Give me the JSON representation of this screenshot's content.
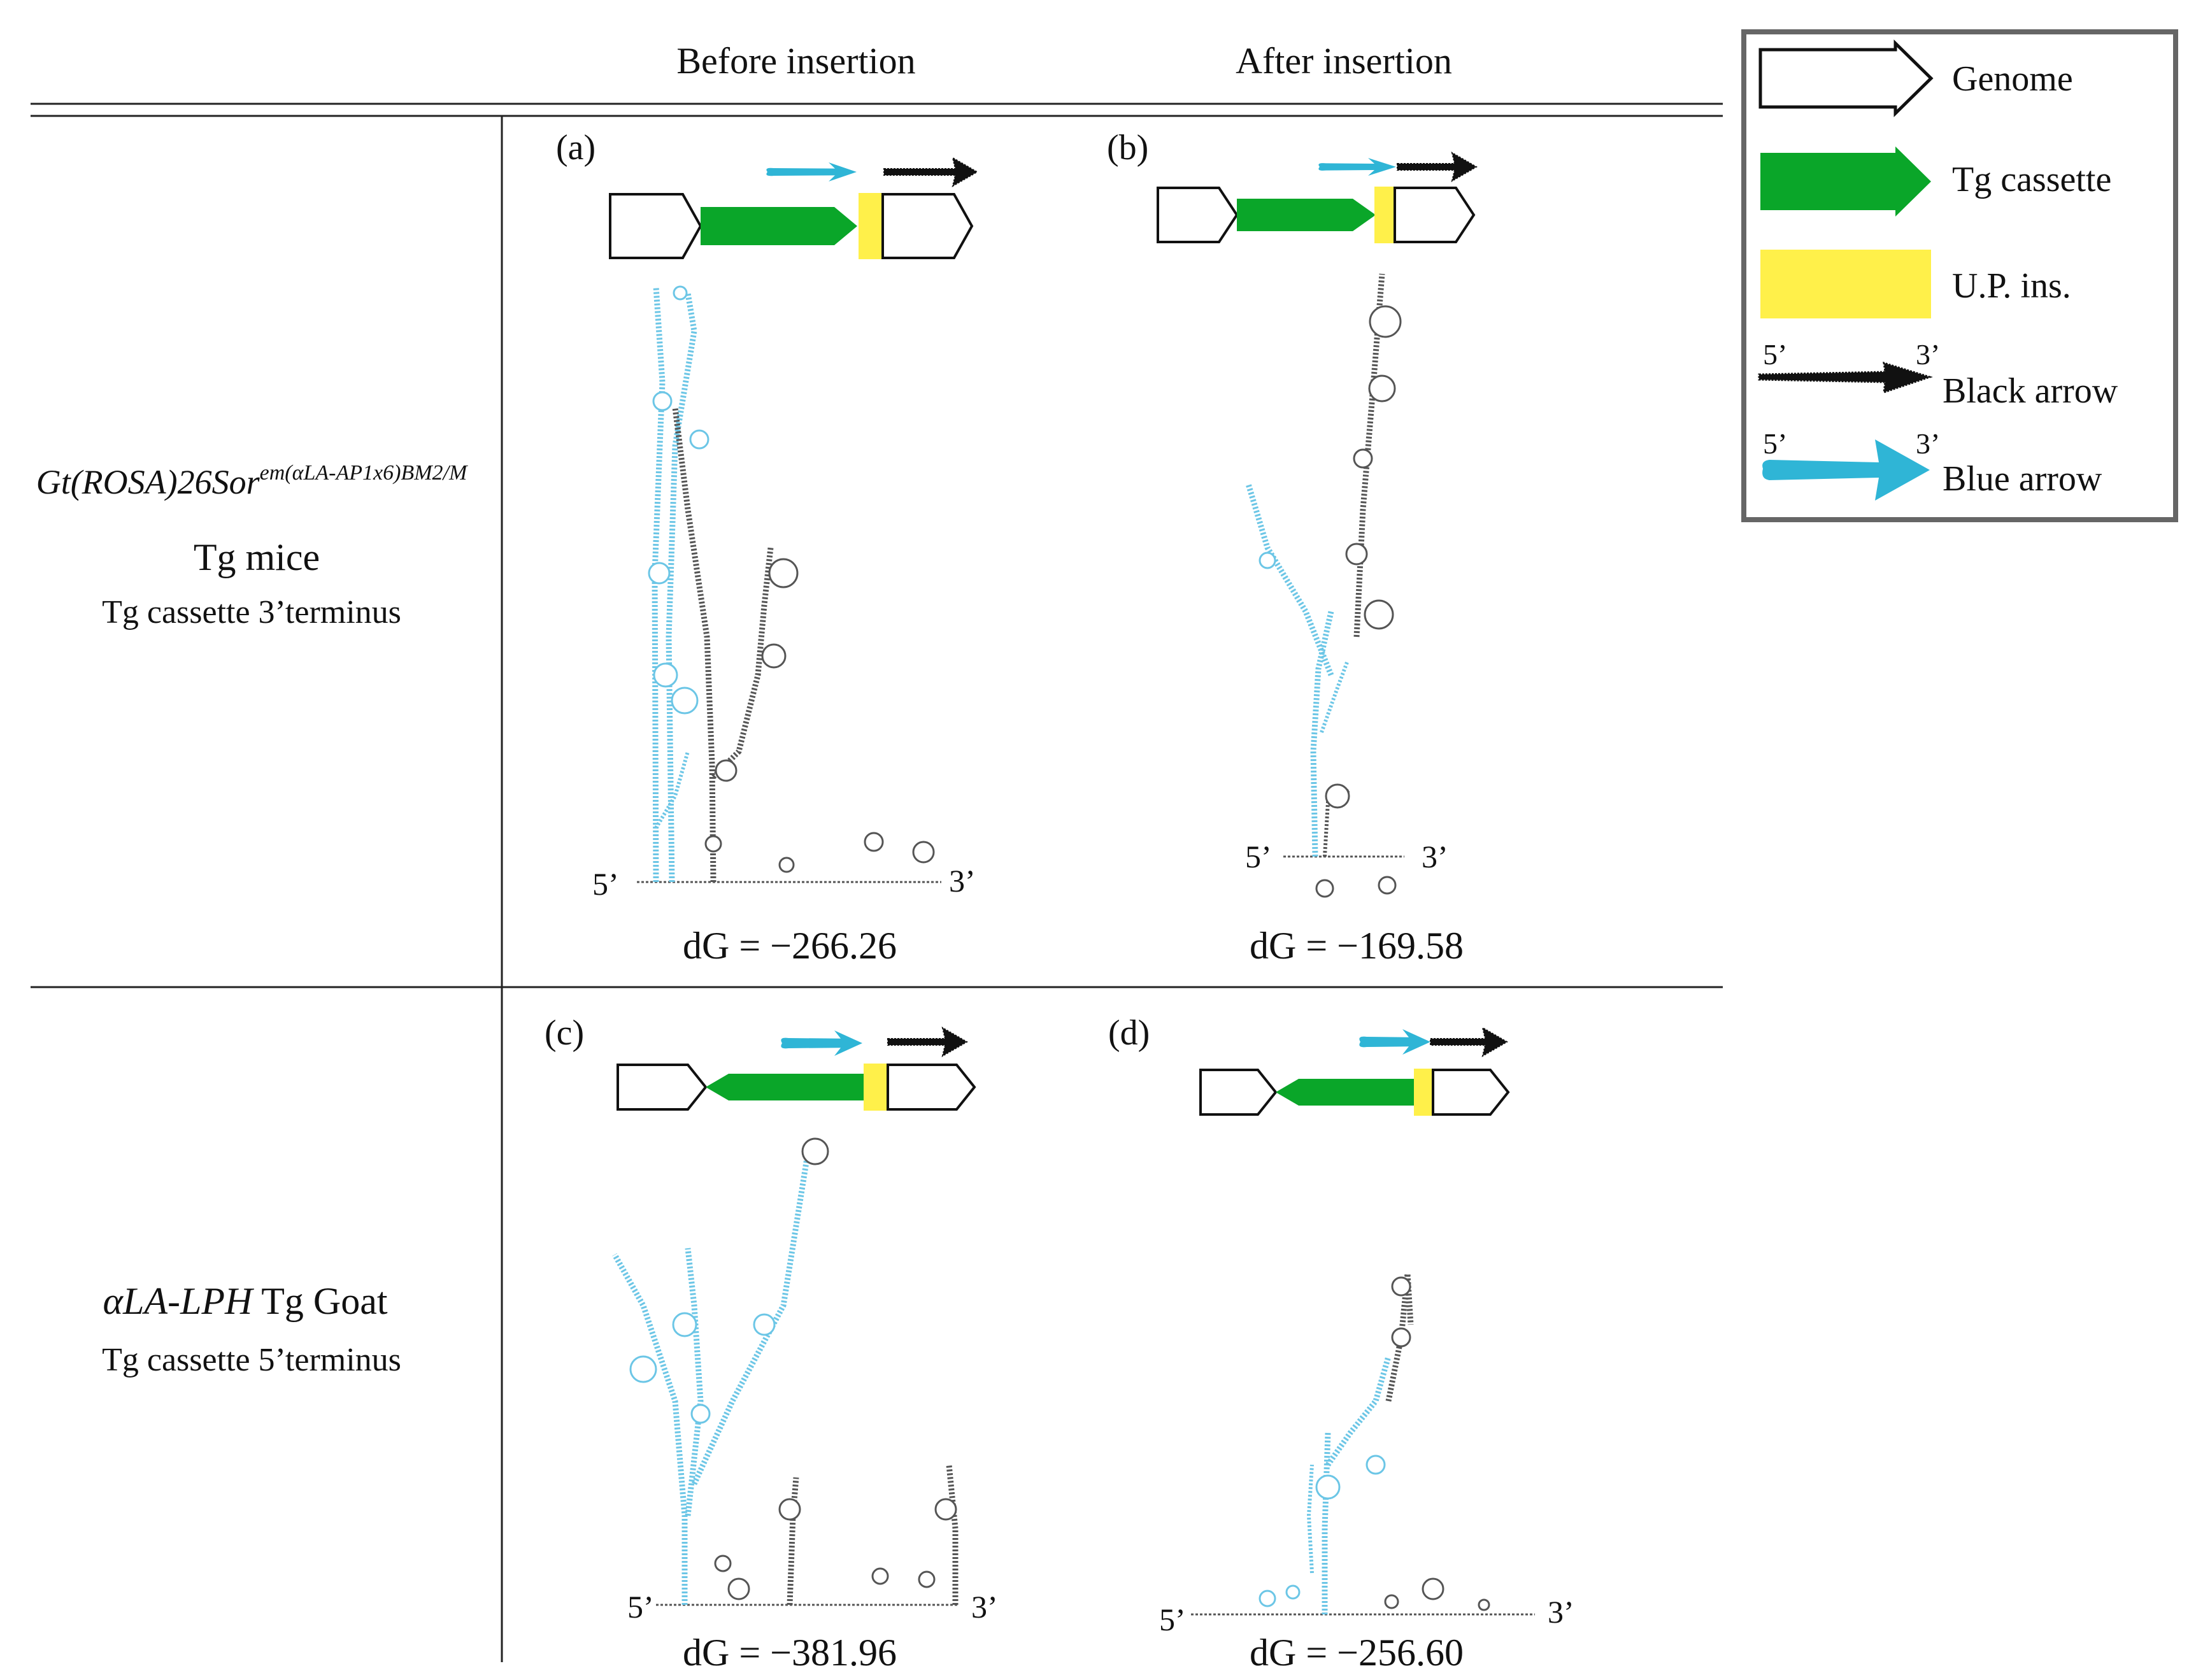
{
  "columns": {
    "before": "Before insertion",
    "after": "After insertion"
  },
  "rows": [
    {
      "title_main": "Gt(ROSA)26Sor",
      "title_sup": "em(αLA-AP1x6)BM2/M",
      "line2": "Tg mice",
      "line3": "Tg cassette 3’terminus"
    },
    {
      "title_italic": "αLA-LPH",
      "title_plain": " Tg Goat",
      "line3": "Tg cassette 5’terminus"
    }
  ],
  "panels": [
    {
      "label": "(a)",
      "dg": "dG = −266.26",
      "five": "5’",
      "three": "3’"
    },
    {
      "label": "(b)",
      "dg": "dG = −169.58",
      "five": "5’",
      "three": "3’"
    },
    {
      "label": "(c)",
      "dg": "dG = −381.96",
      "five": "5’",
      "three": "3’"
    },
    {
      "label": "(d)",
      "dg": "dG = −256.60",
      "five": "5’",
      "three": "3’"
    }
  ],
  "legend": {
    "genome": "Genome",
    "tg_cassette": "Tg cassette",
    "up_ins": "U.P. ins.",
    "black_arrow": "Black arrow",
    "blue_arrow": "Blue arrow",
    "five": "5’",
    "three": "3’"
  },
  "colors": {
    "green": "#0aa629",
    "yellow": "#fff04a",
    "blue": "#2fb5d6",
    "black": "#111111",
    "rna_blue": "#6cc6e6",
    "rna_black": "#555555"
  }
}
